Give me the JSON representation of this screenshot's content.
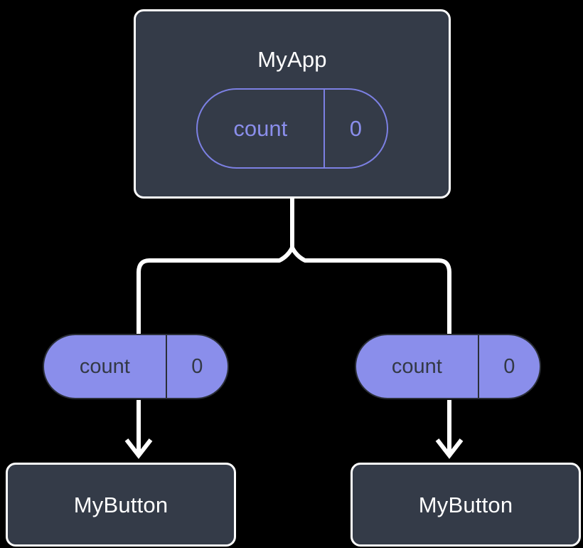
{
  "diagram": {
    "type": "component-state-tree",
    "background_color": "#000000",
    "colors": {
      "box_fill": "#343B48",
      "box_border": "#FFFFFF",
      "pill_fill": "#8A8EEB",
      "pill_outline": "#7C80E3",
      "pill_text_on_fill": "#333945",
      "connector": "#FFFFFF",
      "title_text": "#FFFFFF"
    },
    "nodes": {
      "root": {
        "title": "MyApp",
        "state": {
          "key": "count",
          "value": "0"
        }
      },
      "children": [
        {
          "title": "MyButton",
          "state": {
            "key": "count",
            "value": "0"
          }
        },
        {
          "title": "MyButton",
          "state": {
            "key": "count",
            "value": "0"
          }
        }
      ]
    }
  }
}
